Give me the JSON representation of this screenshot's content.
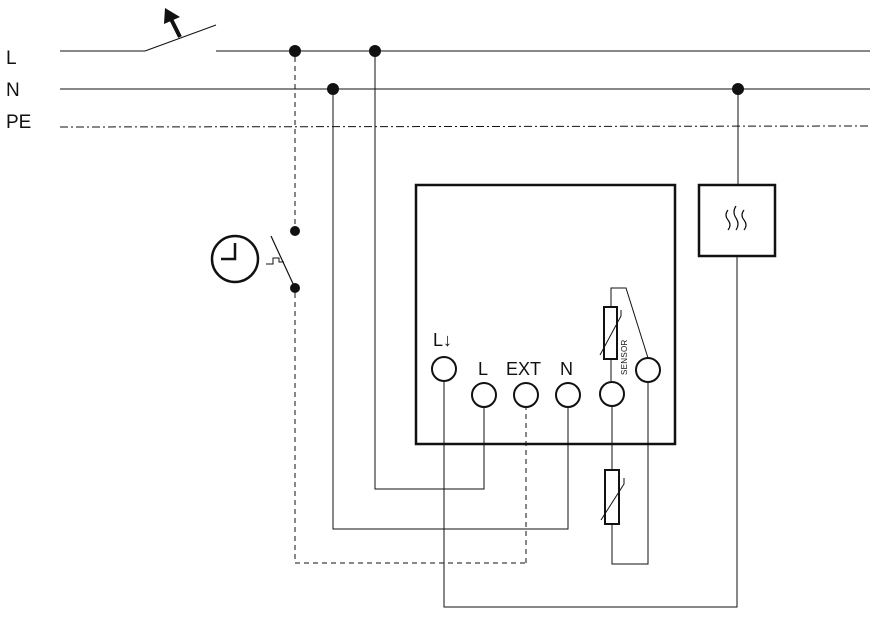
{
  "diagram": {
    "rails": {
      "line_label": "L",
      "neutral_label": "N",
      "earth_label": "PE"
    },
    "thermostat": {
      "terminals": {
        "load_output": "L↓",
        "line": "L",
        "external": "EXT",
        "neutral": "N"
      },
      "sensor_label": "SENSOR"
    },
    "heater_symbol": "heat-waves-icon",
    "timer_symbol": "clock-icon",
    "main_switch_symbol": "switch-arrow-icon"
  }
}
